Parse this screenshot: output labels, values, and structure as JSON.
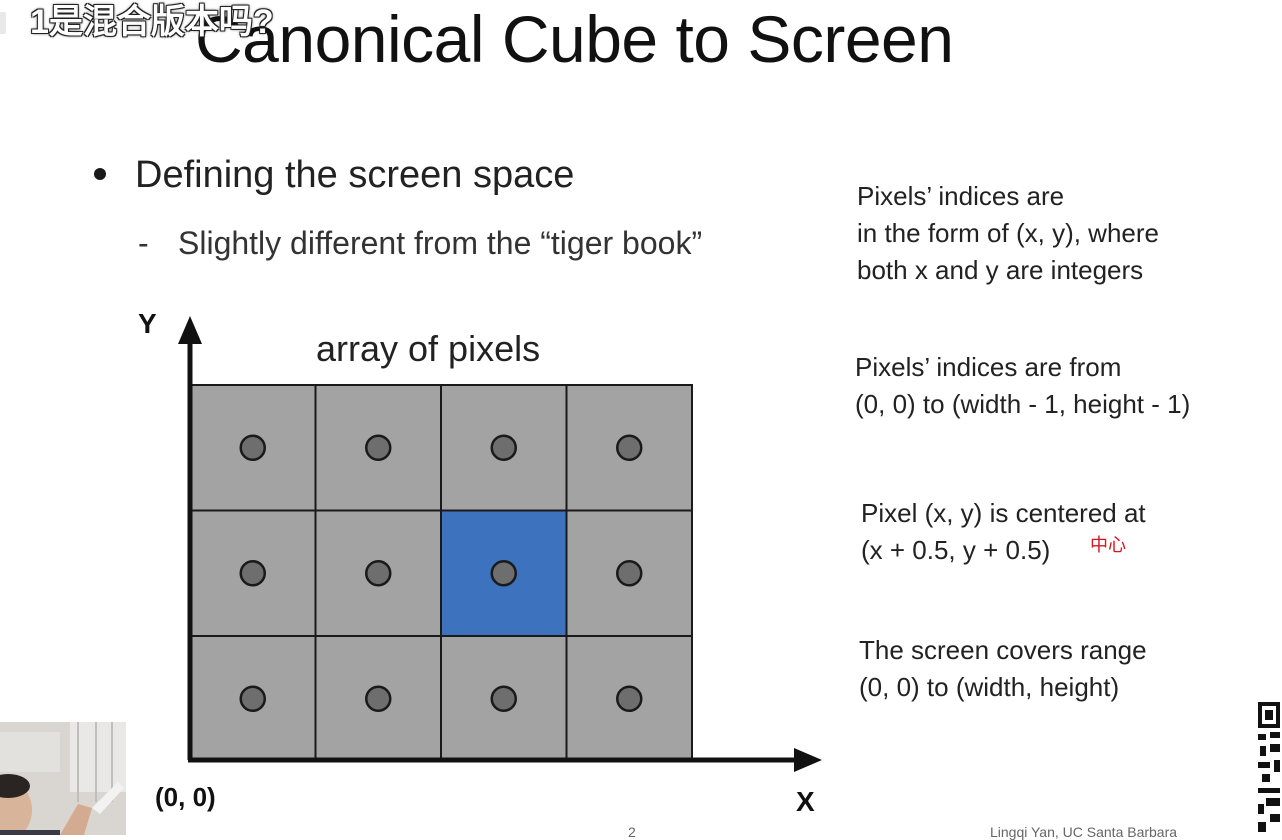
{
  "slide": {
    "title": "Canonical Cube to Screen",
    "bullet": "Defining the screen space",
    "sub_dash": "-",
    "sub_bullet": "Slightly different from the “tiger book”"
  },
  "overlay": {
    "danmaku": "1是混合版本吗?"
  },
  "diagram": {
    "label": "array of pixels",
    "y_axis": "Y",
    "x_axis": "X",
    "origin": "(0, 0)",
    "rows": 3,
    "cols": 4,
    "highlight": {
      "row": 1,
      "col": 2
    },
    "colors": {
      "cell": "#a3a3a3",
      "highlight": "#3d72bf",
      "grid_line": "#1a1a1a",
      "dot": "#6e6e6e"
    }
  },
  "notes": [
    {
      "lines": [
        "Pixels’ indices are",
        "in the form of (x, y), where",
        "both x and y are integers"
      ]
    },
    {
      "lines": [
        "Pixels’ indices are from",
        "(0, 0) to (width - 1, height - 1)"
      ]
    },
    {
      "lines": [
        "Pixel (x, y) is centered at",
        "(x + 0.5, y + 0.5)"
      ],
      "annotation": "中心"
    },
    {
      "lines": [
        "The screen covers range",
        "(0, 0) to (width, height)"
      ]
    }
  ],
  "footer": {
    "page_fragment": "2",
    "author_fragment": "Lingqi Yan, UC Santa Barbara"
  }
}
